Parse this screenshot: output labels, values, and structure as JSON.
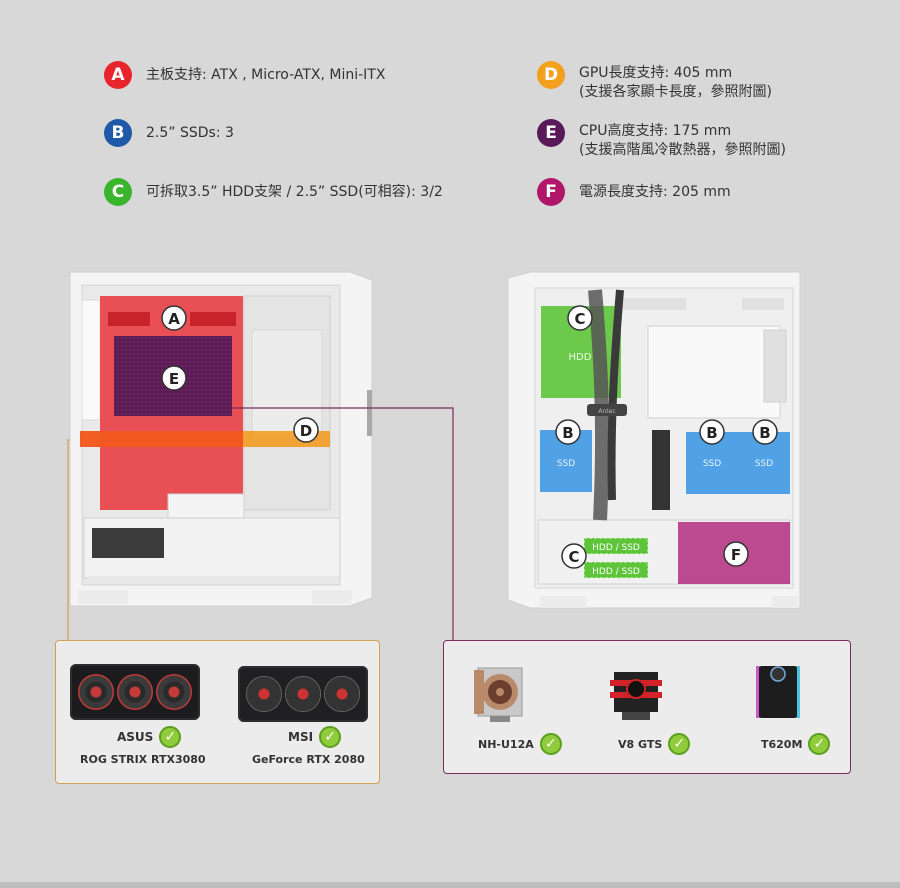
{
  "specs": [
    {
      "letter": "A",
      "color": "#e8242c",
      "lines": [
        "主板支持: ATX , Micro-ATX, Mini-ITX"
      ]
    },
    {
      "letter": "B",
      "color": "#1f5aa8",
      "lines": [
        "2.5” SSDs: 3"
      ]
    },
    {
      "letter": "C",
      "color": "#3bb52b",
      "lines": [
        "可拆取3.5” HDD支架 / 2.5” SSD(可相容): 3/2"
      ]
    },
    {
      "letter": "D",
      "color": "#f2a01e",
      "lines": [
        "GPU長度支持: 405 mm",
        "(支援各家顯卡長度，參照附圖)"
      ]
    },
    {
      "letter": "E",
      "color": "#5a1a5a",
      "lines": [
        "CPU高度支持: 175 mm",
        "(支援高階風冷散熱器，參照附圖)"
      ]
    },
    {
      "letter": "F",
      "color": "#b0176b",
      "lines": [
        "電源長度支持: 205 mm"
      ]
    }
  ],
  "case_labels": {
    "hdd": "HDD",
    "ssd": "SSD",
    "hdd_ssd": "HDD / SSD",
    "brand": "Antec"
  },
  "gpus": [
    {
      "brand": "ASUS",
      "model": "ROG STRIX RTX3080"
    },
    {
      "brand": "MSI",
      "model": "GeForce RTX 2080"
    }
  ],
  "coolers": [
    {
      "name": "NH-U12A"
    },
    {
      "name": "V8 GTS"
    },
    {
      "name": "T620M"
    }
  ],
  "check_glyph": "✓"
}
